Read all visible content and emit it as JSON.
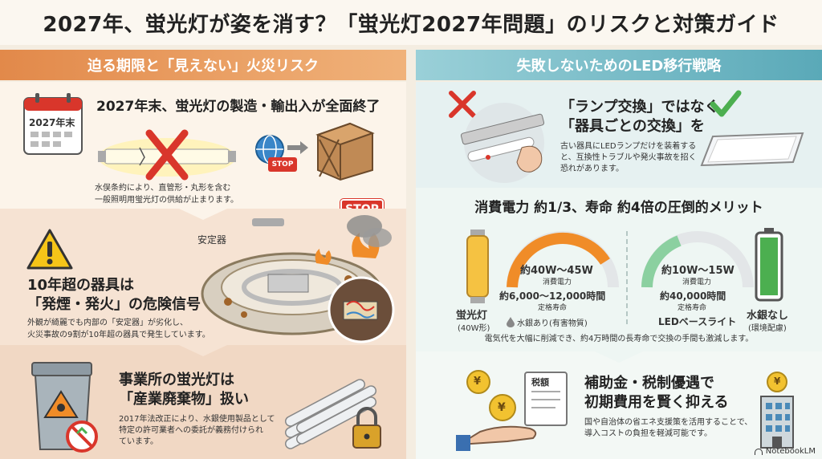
{
  "title": "2027年、蛍光灯が姿を消す？「蛍光灯2027年問題」のリスクと対策ガイド",
  "left": {
    "header": "迫る期限と「見えない」火災リスク",
    "section1": {
      "calendar_label": "2027年末",
      "heading": "2027年末、蛍光灯の製造・輸出入が全面終了",
      "body_line1": "水俣条約により、直管形・丸形を含む",
      "body_line2": "一般照明用蛍光灯の供給が止まります。",
      "stop_small": "STOP",
      "stop_large": "STOP"
    },
    "section2": {
      "heading_line1": "10年超の器具は",
      "heading_line2": "「発煙・発火」の危険信号",
      "ballast_label": "安定器",
      "body_line1": "外観が綺麗でも内部の「安定器」が劣化し、",
      "body_line2": "火災事故の9割が10年超の器具で発生しています。"
    },
    "section3": {
      "heading_line1": "事業所の蛍光灯は",
      "heading_line2": "「産業廃棄物」扱い",
      "body_line1": "2017年法改正により、水銀使用製品として",
      "body_line2": "特定の許可業者への委託が義務付けられ",
      "body_line3": "ています。"
    }
  },
  "right": {
    "header": "失敗しないためのLED移行戦略",
    "section1": {
      "heading_line1": "「ランプ交換」ではなく",
      "heading_line2": "「器具ごとの交換」を",
      "body_line1": "古い器具にLEDランプだけを装着する",
      "body_line2": "と、互換性トラブルや発火事故を招く",
      "body_line3": "恐れがあります。"
    },
    "section2": {
      "heading": "消費電力 約1/3、寿命 約4倍の圧倒的メリット",
      "fl_power": "約40W〜45W",
      "fl_power_label": "消費電力",
      "fl_life": "約6,000〜12,000時間",
      "fl_life_label": "定格寿命",
      "fl_name": "蛍光灯",
      "fl_sub": "(40W形)",
      "fl_mercury": "水銀あり(有害物質)",
      "led_power": "約10W〜15W",
      "led_power_label": "消費電力",
      "led_life": "約40,000時間",
      "led_life_label": "定格寿命",
      "led_name": "LEDベースライト",
      "led_mercury": "水銀なし",
      "led_mercury_sub": "(環境配慮)",
      "note": "電気代を大幅に削減でき、約4万時間の長寿命で交換の手間も激減します。"
    },
    "section3": {
      "tax_label": "税額",
      "heading_line1": "補助金・税制優遇で",
      "heading_line2": "初期費用を賢く抑える",
      "body_line1": "国や自治体の省エネ支援策を活用することで、",
      "body_line2": "導入コストの負担を軽減可能です。"
    }
  },
  "footer": "NotebookLM",
  "colors": {
    "orange": "#e2894a",
    "teal": "#5aa9b8",
    "red": "#d9362b",
    "green": "#4caf50"
  }
}
